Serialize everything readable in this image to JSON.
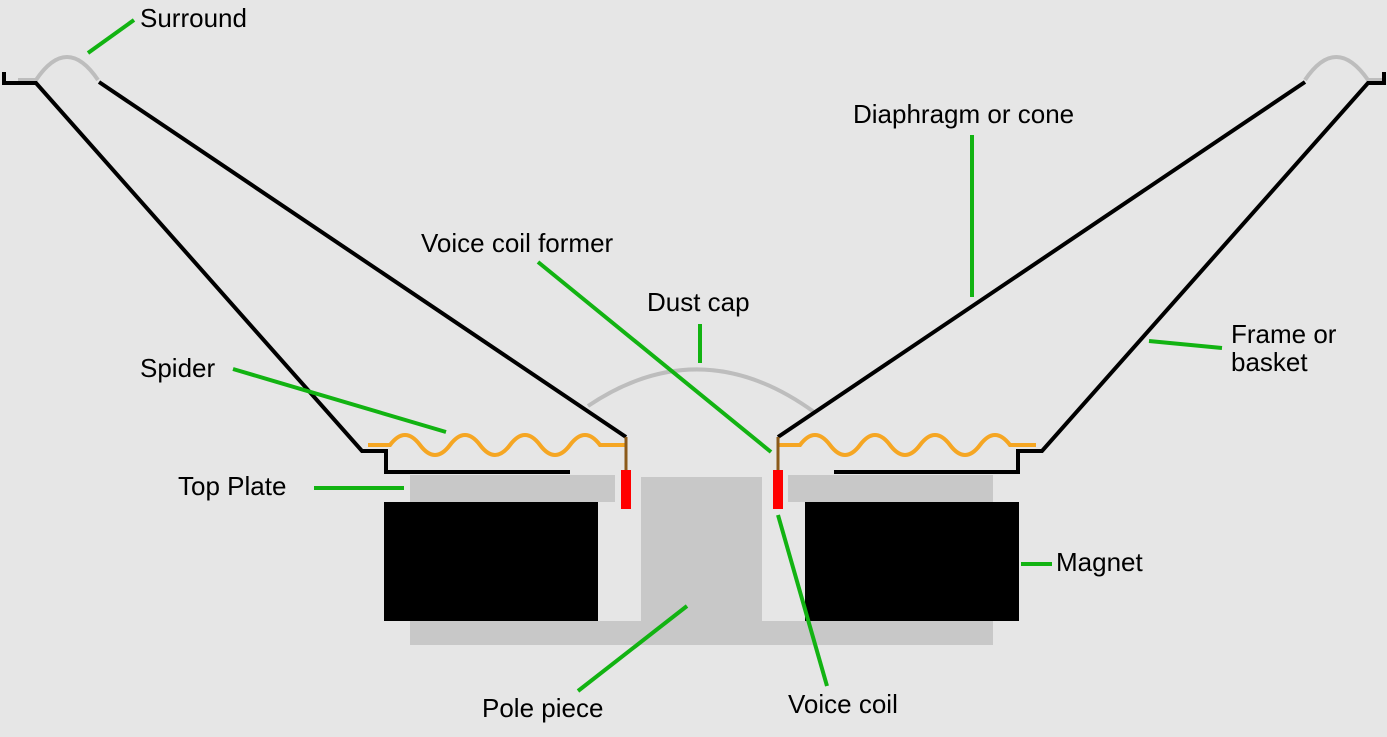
{
  "labels": {
    "surround": "Surround",
    "diaphragm": "Diaphragm or cone",
    "voice_coil_former": "Voice coil former",
    "dust_cap": "Dust cap",
    "spider": "Spider",
    "frame_line1": "Frame or",
    "frame_line2": "basket",
    "top_plate": "Top Plate",
    "magnet": "Magnet",
    "pole_piece": "Pole piece",
    "voice_coil": "Voice coil"
  },
  "colors": {
    "background": "#e6e6e6",
    "frame": "#000000",
    "surround": "#bdbdbd",
    "steel": "#c8c8c8",
    "magnet": "#000000",
    "spider": "#f5a623",
    "voice_coil": "#ff0000",
    "voice_coil_former": "#8b5a1b",
    "leader": "#12b312"
  }
}
